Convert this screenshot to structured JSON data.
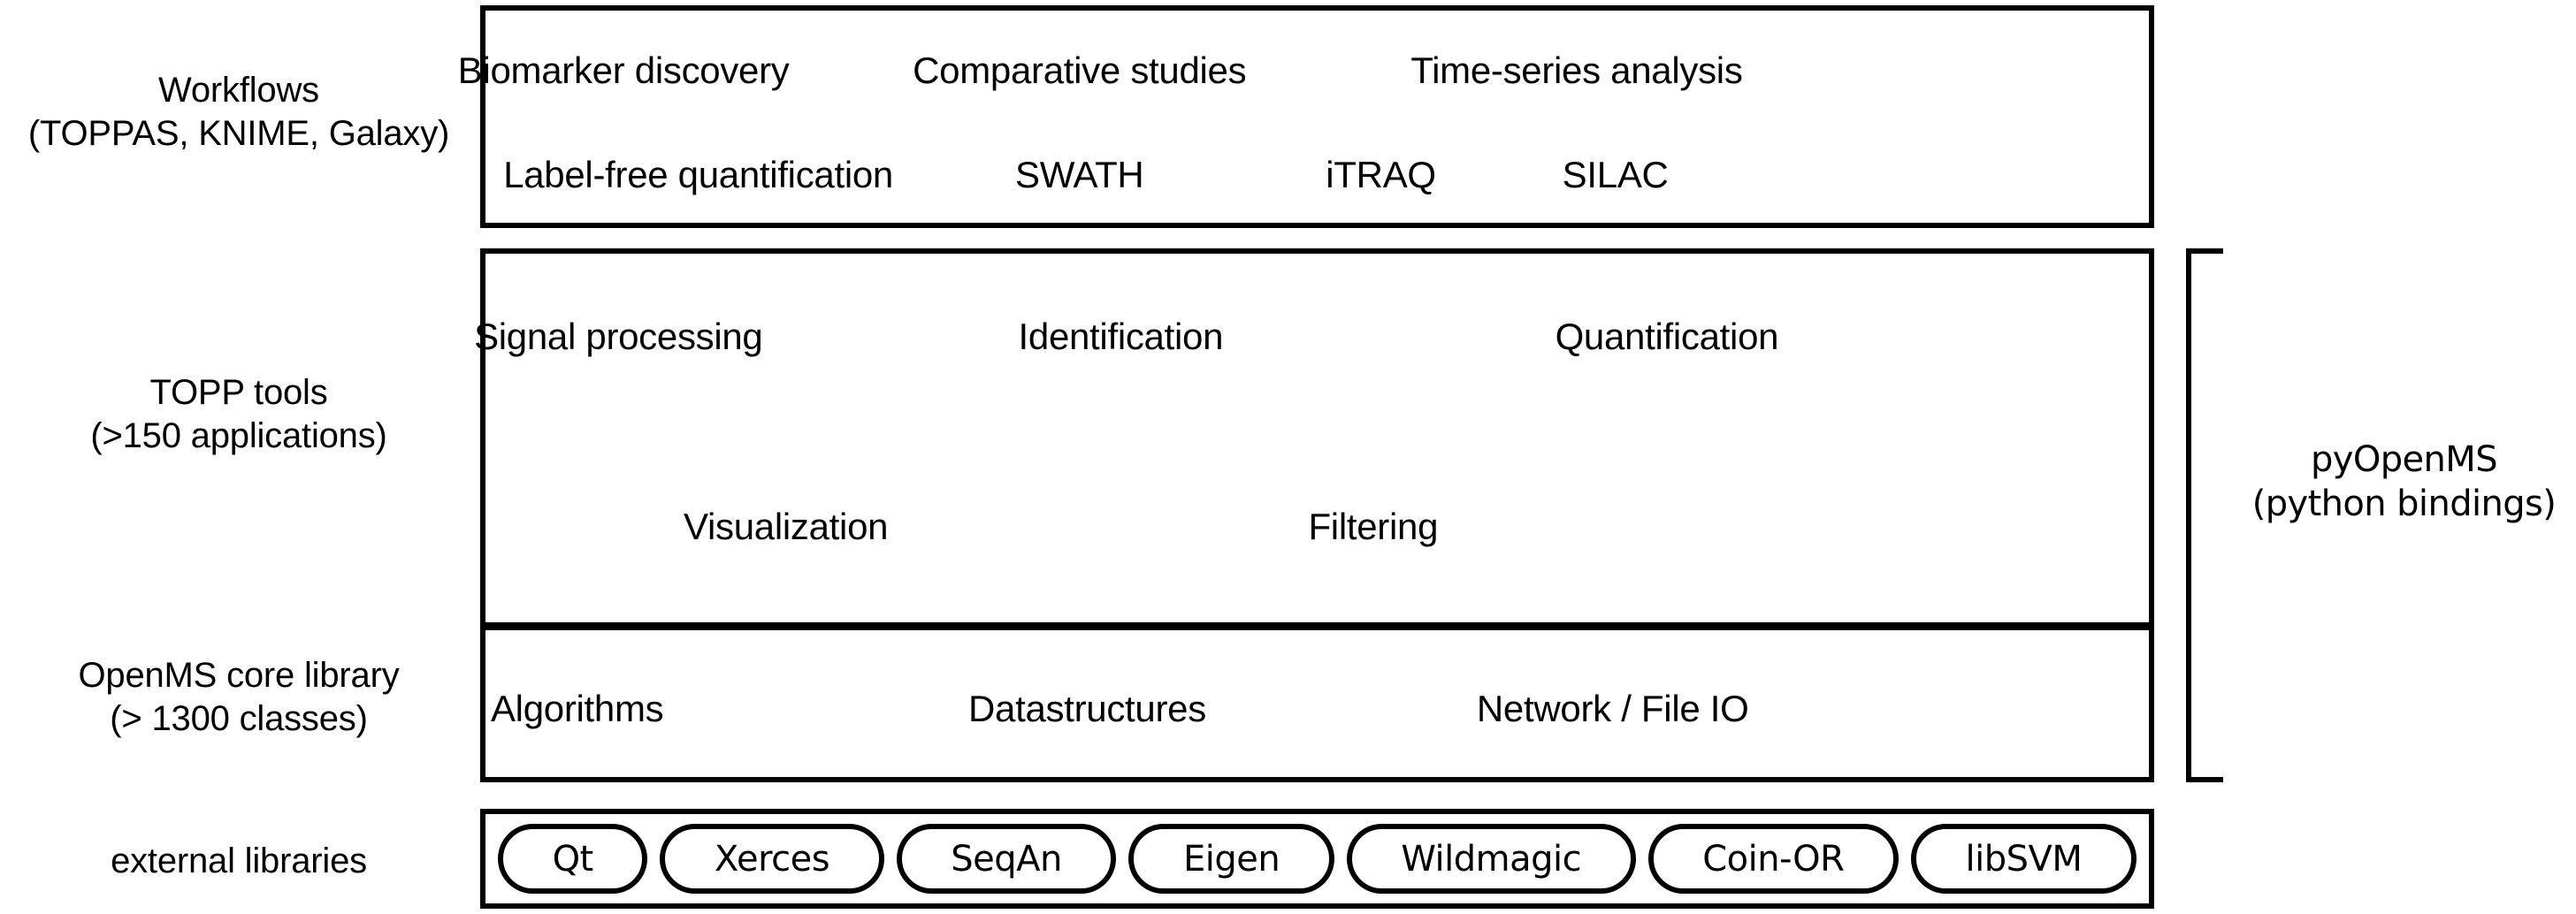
{
  "diagram": {
    "title": "OpenMS software architecture layers",
    "accent_color": "#000000",
    "background_color": "#ffffff"
  },
  "rows": {
    "workflows": {
      "label_line1": "Workflows",
      "label_line2": "(TOPPAS, KNIME, Galaxy)",
      "items": [
        {
          "text": "Biomarker discovery",
          "x": 24.0,
          "y": 27.0
        },
        {
          "text": "Comparative studies",
          "x": 41.7,
          "y": 27.0
        },
        {
          "text": "Time-series analysis",
          "x": 61.0,
          "y": 27.0
        },
        {
          "text": "Label-free quantification",
          "x": 26.9,
          "y": 74.0
        },
        {
          "text": "SWATH",
          "x": 41.7,
          "y": 74.0
        },
        {
          "text": "iTRAQ",
          "x": 53.4,
          "y": 74.0
        },
        {
          "text": "SILAC",
          "x": 62.5,
          "y": 74.0
        }
      ]
    },
    "topp_tools": {
      "label_line1": "TOPP tools",
      "label_line2": "(>150 applications)",
      "items": [
        {
          "text": "Signal processing",
          "x": 23.8,
          "y": 22.0
        },
        {
          "text": "Identification",
          "x": 43.3,
          "y": 22.0
        },
        {
          "text": "Quantification",
          "x": 64.5,
          "y": 22.0
        },
        {
          "text": "Visualization",
          "x": 30.3,
          "y": 72.0
        },
        {
          "text": "Filtering",
          "x": 53.1,
          "y": 72.0
        }
      ]
    },
    "core_library": {
      "label_line1": "OpenMS core library",
      "label_line2": "(> 1300 classes)",
      "items": [
        {
          "text": "Algorithms",
          "x": 22.2,
          "y": 50.0
        },
        {
          "text": "Datastructures",
          "x": 42.0,
          "y": 50.0
        },
        {
          "text": "Network / File IO",
          "x": 62.4,
          "y": 50.0
        }
      ]
    },
    "external_libraries": {
      "label_line1": "external libraries",
      "label_line2": "",
      "pills": [
        {
          "name": "Qt"
        },
        {
          "name": "Xerces"
        },
        {
          "name": "SeqAn"
        },
        {
          "name": "Eigen"
        },
        {
          "name": "Wildmagic"
        },
        {
          "name": "Coin-OR"
        },
        {
          "name": "libSVM"
        }
      ]
    }
  },
  "bindings_annotation": {
    "label_line1": "pyOpenMS",
    "label_line2": "(python bindings)",
    "spans_rows": [
      "TOPP tools",
      "OpenMS core library"
    ]
  }
}
